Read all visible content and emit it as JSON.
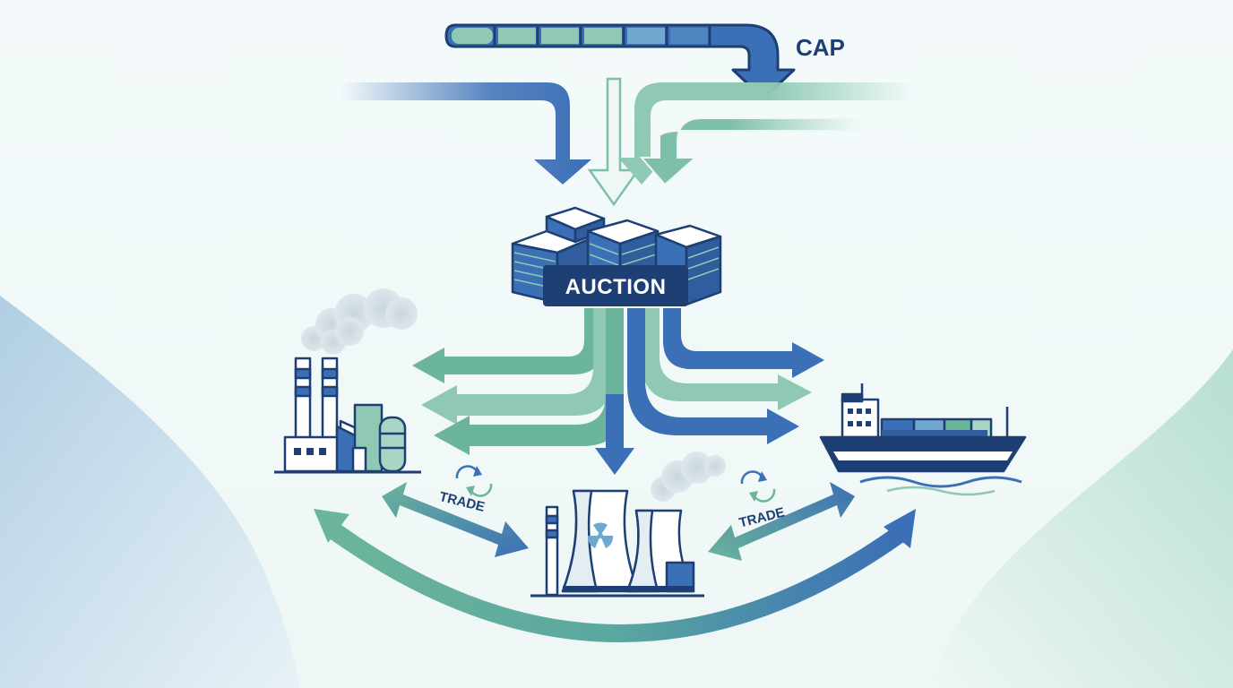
{
  "labels": {
    "cap": "CAP",
    "auction": "AUCTION",
    "trade_left": "TRADE",
    "trade_right": "TRADE"
  },
  "colors": {
    "navy": "#1d3f73",
    "blue": "#3b6fb6",
    "teal": "#6bb59a",
    "pale_teal": "#a9d6c4",
    "bg_top": "#eef6f8",
    "bg_bottom_left": "#9cc0dc",
    "bg_bottom_right": "#b9e0d3"
  },
  "icons": {
    "cap_bar": "segmented-cap-bar-icon",
    "auction": "permit-stacks-icon",
    "factory": "factory-with-smoke-icon",
    "power_plant": "nuclear-power-plant-icon",
    "ship": "cargo-ship-icon",
    "trade_cycle": "recycle-arrows-icon"
  }
}
